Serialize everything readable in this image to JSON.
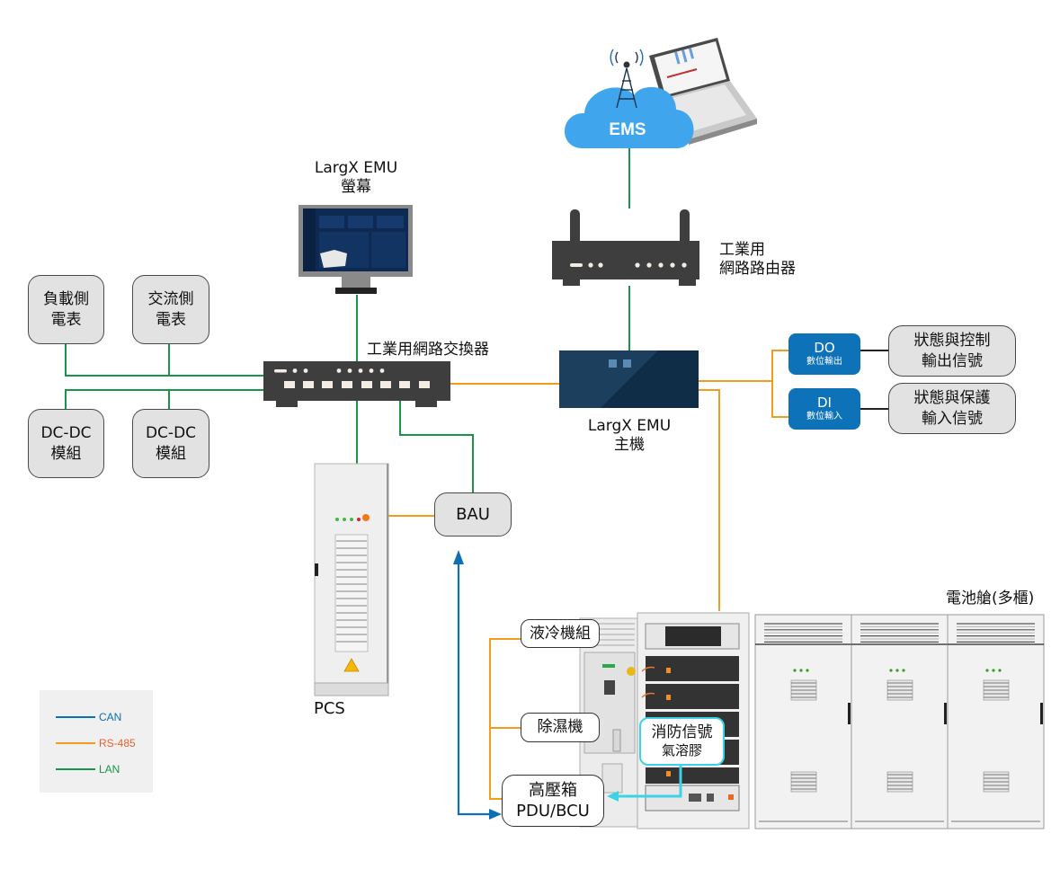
{
  "diagram": {
    "title": "LargX EMU 儲能系統架構圖",
    "nodes": {
      "ems": {
        "label": "EMS",
        "icon": "cloud-tower-icon",
        "device_icon": "laptop-dashboard-icon"
      },
      "emu_screen": {
        "line1": "LargX EMU",
        "line2": "螢幕",
        "icon": "monitor-icon"
      },
      "router": {
        "line1": "工業用",
        "line2": "網路路由器",
        "icon": "router-icon"
      },
      "switch": {
        "label": "工業用網路交換器",
        "icon": "network-switch-icon"
      },
      "emu_host": {
        "line1": "LargX EMU",
        "line2": "主機",
        "icon": "emu-host-icon"
      },
      "load_meter": {
        "line1": "負載側",
        "line2": "電表"
      },
      "ac_meter": {
        "line1": "交流側",
        "line2": "電表"
      },
      "dcdc_1": {
        "line1": "DC-DC",
        "line2": "模組"
      },
      "dcdc_2": {
        "line1": "DC-DC",
        "line2": "模組"
      },
      "do": {
        "title": "DO",
        "subtitle": "數位輸出"
      },
      "di": {
        "title": "DI",
        "subtitle": "數位輸入"
      },
      "do_signal": {
        "line1": "狀態與控制",
        "line2": "輸出信號"
      },
      "di_signal": {
        "line1": "狀態與保護",
        "line2": "輸入信號"
      },
      "pcs": {
        "label": "PCS",
        "icon": "pcs-cabinet-icon"
      },
      "bau": {
        "label": "BAU"
      },
      "liquid_cooling": {
        "label": "液冷機組"
      },
      "dehumidifier": {
        "label": "除濕機"
      },
      "pdu": {
        "line1": "高壓箱",
        "line2": "PDU/BCU"
      },
      "fire": {
        "line1": "消防信號",
        "line2": "氣溶膠"
      },
      "battery": {
        "label": "電池艙(多櫃)",
        "icon": "battery-cabinet-icon",
        "cabinet_count": 3
      }
    },
    "connections": [
      {
        "from": "ems",
        "to": "router",
        "type": "LAN"
      },
      {
        "from": "router",
        "to": "emu_host",
        "type": "LAN"
      },
      {
        "from": "emu_screen",
        "to": "switch",
        "type": "LAN"
      },
      {
        "from": "load_meter",
        "to": "switch",
        "type": "LAN"
      },
      {
        "from": "ac_meter",
        "to": "switch",
        "type": "LAN"
      },
      {
        "from": "dcdc_1",
        "to": "switch",
        "type": "LAN"
      },
      {
        "from": "dcdc_2",
        "to": "switch",
        "type": "LAN"
      },
      {
        "from": "switch",
        "to": "pcs",
        "type": "LAN"
      },
      {
        "from": "switch",
        "to": "bau",
        "type": "LAN"
      },
      {
        "from": "switch",
        "to": "emu_host",
        "type": "RS-485"
      },
      {
        "from": "emu_host",
        "to": "do",
        "type": "RS-485"
      },
      {
        "from": "emu_host",
        "to": "di",
        "type": "RS-485"
      },
      {
        "from": "emu_host",
        "to": "battery",
        "type": "RS-485"
      },
      {
        "from": "do",
        "to": "do_signal",
        "type": "wire"
      },
      {
        "from": "di",
        "to": "di_signal",
        "type": "wire"
      },
      {
        "from": "pcs",
        "to": "bau",
        "type": "RS-485"
      },
      {
        "from": "pdu",
        "to": "bau",
        "type": "CAN"
      },
      {
        "from": "liquid_cooling",
        "to": "pdu",
        "type": "RS-485"
      },
      {
        "from": "dehumidifier",
        "to": "pdu",
        "type": "RS-485"
      },
      {
        "from": "fire",
        "to": "pdu",
        "type": "signal"
      }
    ]
  },
  "legend": {
    "items": [
      {
        "label": "CAN",
        "color": "#0e6fb5",
        "text_color": "#0e6fb5"
      },
      {
        "label": "RS-485",
        "color": "#f29b1d",
        "text_color": "#e8622a"
      },
      {
        "label": "LAN",
        "color": "#1a9448",
        "text_color": "#1a9448"
      }
    ]
  },
  "colors": {
    "lan": "#1a9448",
    "rs485": "#f29b1d",
    "can": "#0e6fb5",
    "fire_signal": "#3cd3e6",
    "ems_cloud": "#3fa6ee",
    "emu_host": "#0f2d46",
    "digital_io": "#0e72b8",
    "device_dark": "#3f3e3f"
  }
}
